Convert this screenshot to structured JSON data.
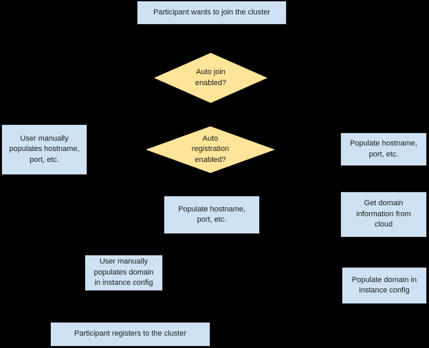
{
  "colors": {
    "background": "#000000",
    "process_fill": "#cfe2f3",
    "decision_fill": "#ffe599",
    "shape_border": "#1f1f1f",
    "text": "#1a1a1a"
  },
  "nodes": {
    "start": {
      "type": "process",
      "label": "Participant wants to join the cluster"
    },
    "auto_join": {
      "type": "decision",
      "label": "Auto join\nenabled?"
    },
    "manual_hostname": {
      "type": "process",
      "label": "User manually\npopulates hostname,\nport, etc."
    },
    "auto_registration": {
      "type": "decision",
      "label": "Auto\nregistration\nenabled?"
    },
    "populate_hostname_right": {
      "type": "process",
      "label": "Populate hostname,\nport, etc."
    },
    "get_domain_cloud": {
      "type": "process",
      "label": "Get domain\ninformation from\ncloud"
    },
    "populate_hostname_mid": {
      "type": "process",
      "label": "Populate hostname,\nport, etc."
    },
    "manual_domain": {
      "type": "process",
      "label": "User manually\npopulates domain\nin instance config"
    },
    "populate_domain": {
      "type": "process",
      "label": "Populate domain in\ninstance config"
    },
    "register": {
      "type": "process",
      "label": "Participant registers to the cluster"
    }
  }
}
